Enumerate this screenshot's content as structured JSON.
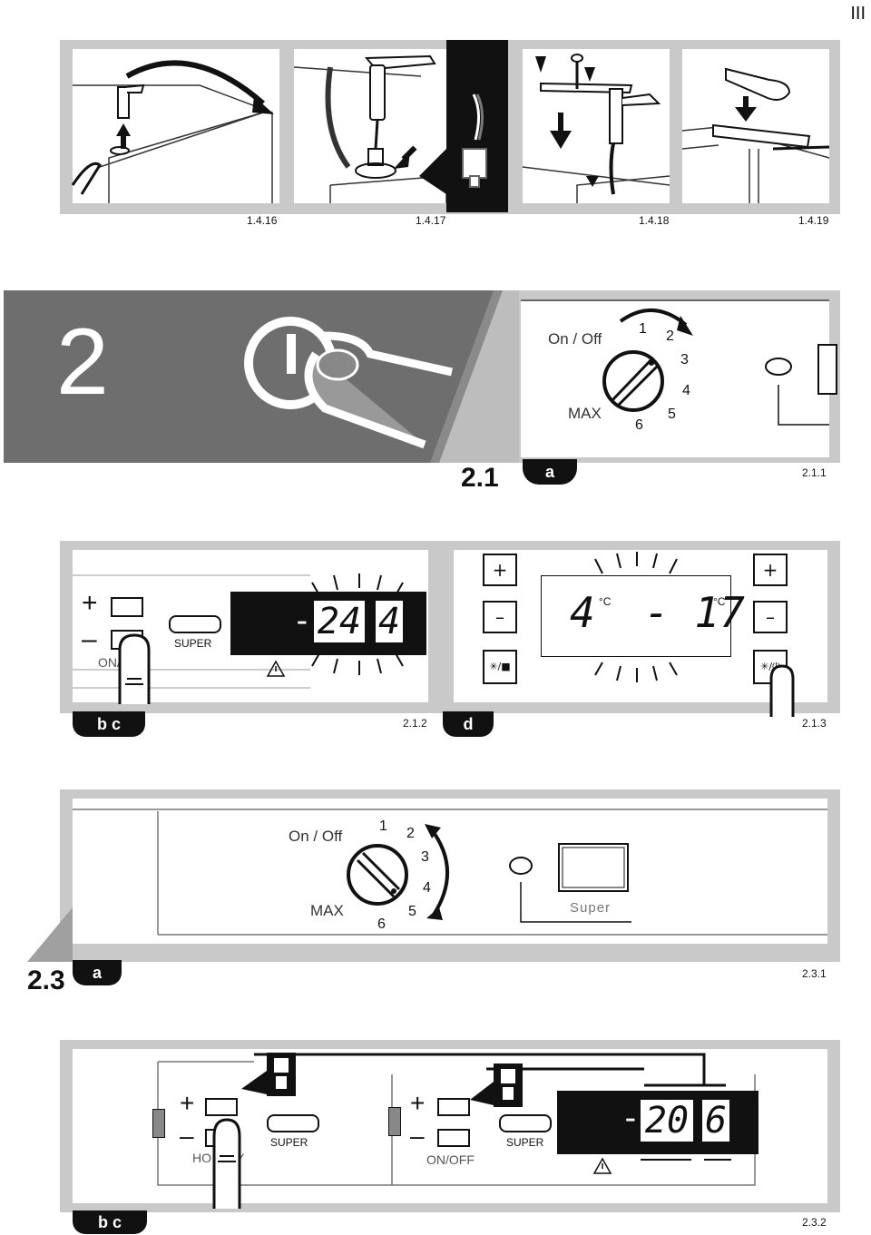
{
  "page_number": "III",
  "row1": {
    "captions": [
      "1.4.16",
      "1.4.17",
      "1.4.18",
      "1.4.19"
    ]
  },
  "section2": {
    "number": "2",
    "sub_number": "2.1",
    "badge": "a",
    "caption": "2.1.1",
    "dial": {
      "on_off": "On / Off",
      "max": "MAX",
      "ticks": [
        "1",
        "2",
        "3",
        "4",
        "5",
        "6"
      ]
    }
  },
  "row3": {
    "left": {
      "badge": "b c",
      "caption": "2.1.2",
      "plus": "+",
      "minus": "–",
      "on_label": "ON/",
      "super_label": "SUPER",
      "display_sign": "-",
      "display_value": "24",
      "display_digit": "4"
    },
    "right": {
      "badge": "d",
      "caption": "2.1.3",
      "plus": "+",
      "minus": "–",
      "temp_left": "4",
      "temp_left_unit": "°C",
      "temp_right": "- 17",
      "temp_right_unit": "°C",
      "mode_left": "✳/■",
      "mode_right": "✳/⏻"
    }
  },
  "section23": {
    "number": "2.3",
    "badge": "a",
    "caption": "2.3.1",
    "on_off": "On / Off",
    "max": "MAX",
    "ticks": [
      "1",
      "2",
      "3",
      "4",
      "5",
      "6"
    ],
    "super_label": "Super"
  },
  "row5": {
    "badge": "b c",
    "caption": "2.3.2",
    "left": {
      "plus": "+",
      "minus": "–",
      "super_label": "SUPER",
      "bottom_label": "HO       Y"
    },
    "right": {
      "plus": "+",
      "minus": "–",
      "super_label": "SUPER",
      "bottom_label": "ON/OFF",
      "display_sign": "-",
      "display_value": "20",
      "display_digit": "6"
    }
  }
}
